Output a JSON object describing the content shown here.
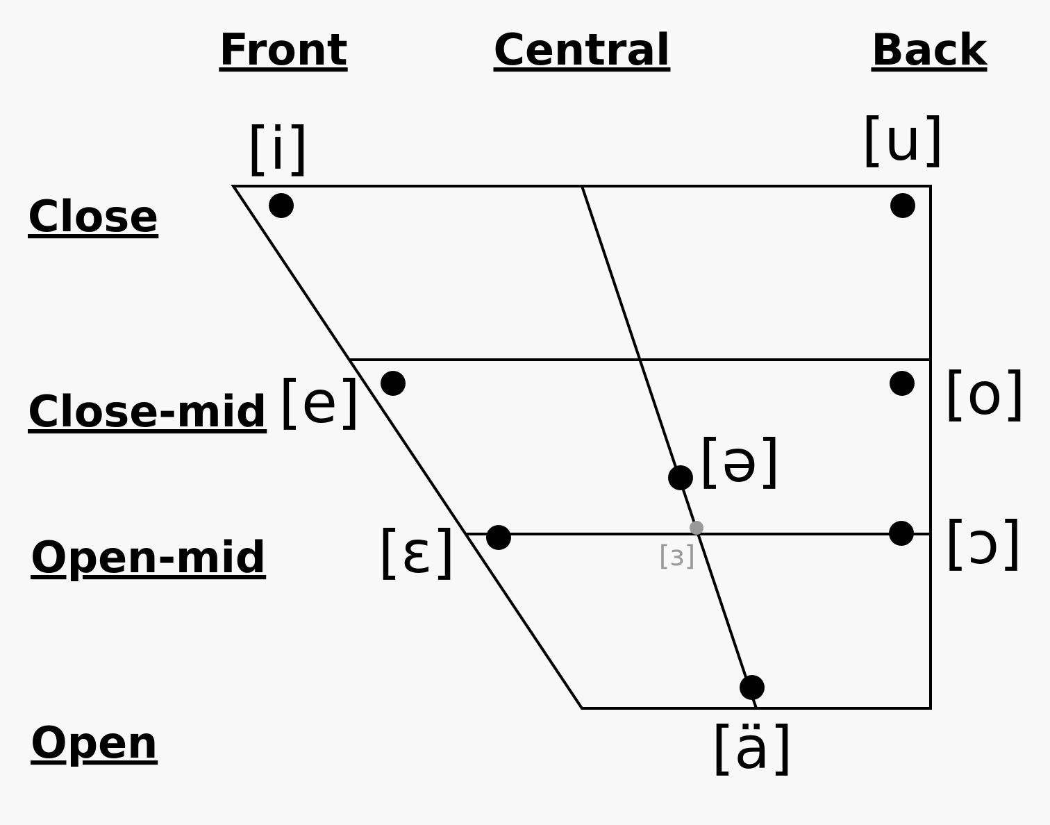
{
  "colors": {
    "background": "#f8f8f8",
    "line": "#000000",
    "vowel": "#000000",
    "faint_vowel": "#999999"
  },
  "headers": {
    "front": "Front",
    "central": "Central",
    "back": "Back"
  },
  "heights": {
    "close": "Close",
    "close_mid": "Close-mid",
    "open_mid": "Open-mid",
    "open": "Open"
  },
  "vowels": {
    "i": "[i]",
    "u": "[u]",
    "e": "[e]",
    "o": "[o]",
    "schwa": "[ə]",
    "open_e": "[ɛ]",
    "open_o": "[ɔ]",
    "open_central": "[ɜ]",
    "a": "[ä]"
  }
}
